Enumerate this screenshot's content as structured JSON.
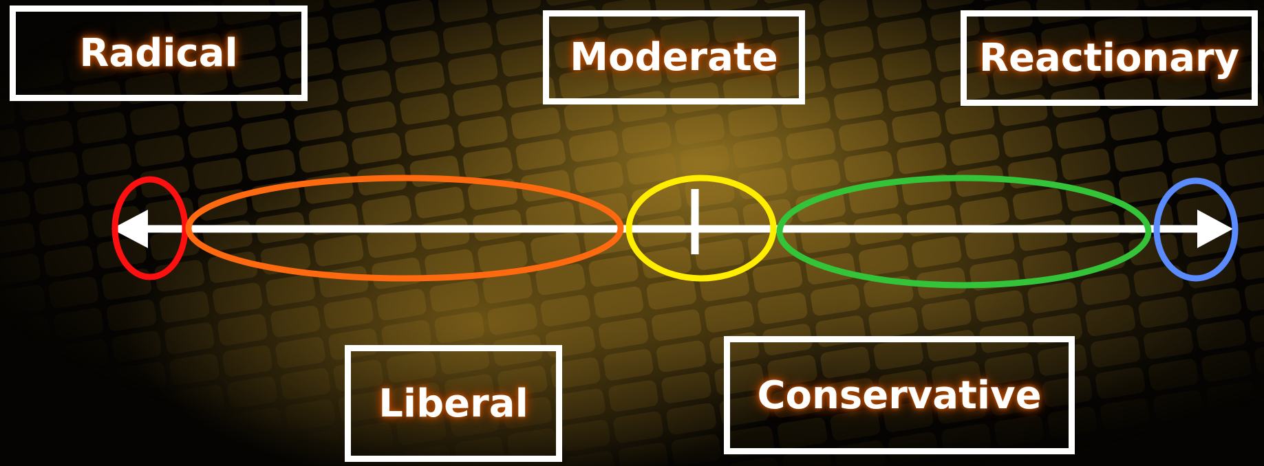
{
  "labels": {
    "radical": "Radical",
    "moderate": "Moderate",
    "reactionary": "Reactionary",
    "liberal": "Liberal",
    "conservative": "Conservative"
  },
  "colors": {
    "radical": "#ff1010",
    "liberal": "#ff6a10",
    "moderate": "#ffee00",
    "conservative": "#33c43a",
    "reactionary": "#5b8cff",
    "axis": "#ffffff"
  }
}
